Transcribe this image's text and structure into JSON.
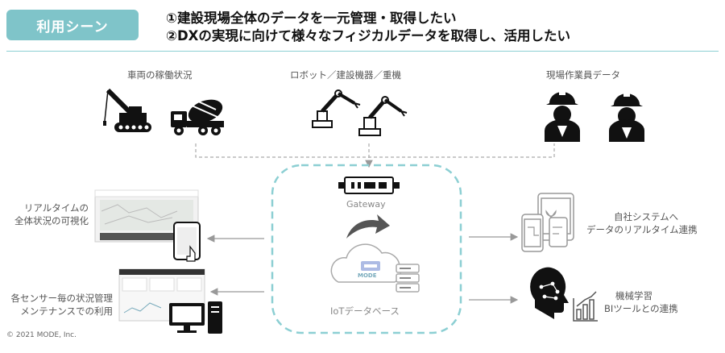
{
  "badge": "利用シーン",
  "header": {
    "line1": "①建設現場全体のデータを一元管理・取得したい",
    "line2": "②DXの実現に向けて様々なフィジカルデータを取得し、活用したい"
  },
  "sources": {
    "vehicles": "車両の稼働状況",
    "robots": "ロボット／建設機器／重機",
    "workers": "現場作業員データ"
  },
  "center": {
    "gateway": "Gateway",
    "mode_logo": "MODE",
    "database": "IoTデータベース"
  },
  "left": {
    "top": [
      "リアルタイムの",
      "全体状況の可視化"
    ],
    "bottom": [
      "各センサー毎の状況管理",
      "メンテナンスでの利用"
    ]
  },
  "right": {
    "top": [
      "自社システムへ",
      "データのリアルタイム連携"
    ],
    "bottom": [
      "機械学習",
      "BIツールとの連携"
    ]
  },
  "copyright": "© 2021 MODE, Inc."
}
